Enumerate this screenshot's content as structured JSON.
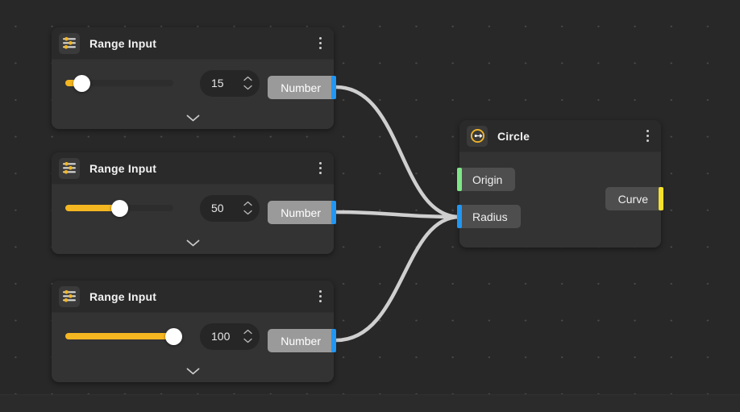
{
  "canvas": {
    "background_color": "#282828",
    "grid_dot_color": "#4a4a4a"
  },
  "colors": {
    "accent_yellow": "#f5b721",
    "port_number_blue": "#2196f3",
    "port_origin_green": "#7ee787",
    "port_curve_yellow": "#f5e12a",
    "wire": "#cfcfcf"
  },
  "nodes": [
    {
      "id": "range-input-1",
      "title": "Range Input",
      "icon": "sliders-icon",
      "menu_icon": "kebab-menu-icon",
      "expander_icon": "chevron-down-icon",
      "slider": {
        "value": 15,
        "min": 0,
        "max": 100,
        "percent": 15
      },
      "number_field": {
        "value": "15",
        "stepper_up": "chevron-up-icon",
        "stepper_down": "chevron-down-icon"
      },
      "output_port": {
        "label": "Number",
        "type": "number",
        "color": "#2196f3"
      }
    },
    {
      "id": "range-input-2",
      "title": "Range Input",
      "icon": "sliders-icon",
      "menu_icon": "kebab-menu-icon",
      "expander_icon": "chevron-down-icon",
      "slider": {
        "value": 50,
        "min": 0,
        "max": 100,
        "percent": 50
      },
      "number_field": {
        "value": "50",
        "stepper_up": "chevron-up-icon",
        "stepper_down": "chevron-down-icon"
      },
      "output_port": {
        "label": "Number",
        "type": "number",
        "color": "#2196f3"
      }
    },
    {
      "id": "range-input-3",
      "title": "Range Input",
      "icon": "sliders-icon",
      "menu_icon": "kebab-menu-icon",
      "expander_icon": "chevron-down-icon",
      "slider": {
        "value": 100,
        "min": 0,
        "max": 100,
        "percent": 100
      },
      "number_field": {
        "value": "100",
        "stepper_up": "chevron-up-icon",
        "stepper_down": "chevron-down-icon"
      },
      "output_port": {
        "label": "Number",
        "type": "number",
        "color": "#2196f3"
      }
    }
  ],
  "circle_node": {
    "id": "circle",
    "title": "Circle",
    "icon": "circle-radius-icon",
    "menu_icon": "kebab-menu-icon",
    "inputs": [
      {
        "label": "Origin",
        "color": "#7ee787"
      },
      {
        "label": "Radius",
        "color": "#2196f3"
      }
    ],
    "outputs": [
      {
        "label": "Curve",
        "color": "#f5e12a"
      }
    ]
  },
  "connections": [
    {
      "from": "range-input-1.Number",
      "to": "circle.Radius"
    },
    {
      "from": "range-input-2.Number",
      "to": "circle.Radius"
    },
    {
      "from": "range-input-3.Number",
      "to": "circle.Radius"
    }
  ]
}
